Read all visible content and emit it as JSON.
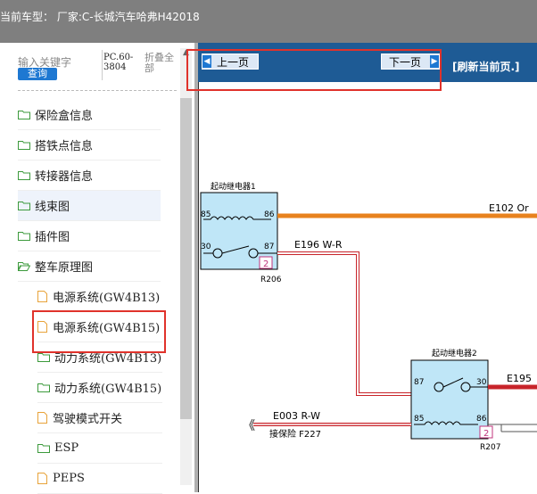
{
  "header": {
    "title": "当前车型： 厂家:C-长城汽车哈弗H42018"
  },
  "sidebar": {
    "search_placeholder": "输入关键字",
    "query_button": "查询",
    "version": "PC.60-3804",
    "collapse_label": "折叠全部",
    "items": [
      {
        "label": "保险盒信息",
        "icon": "folder-icon"
      },
      {
        "label": "搭铁点信息",
        "icon": "folder-icon"
      },
      {
        "label": "转接器信息",
        "icon": "folder-icon"
      },
      {
        "label": "线束图",
        "icon": "folder-icon"
      },
      {
        "label": "插件图",
        "icon": "folder-icon"
      },
      {
        "label": "整车原理图",
        "icon": "folder-open-icon"
      },
      {
        "label": "电源系统(GW4B13)",
        "icon": "document-icon"
      },
      {
        "label": "电源系统(GW4B15)",
        "icon": "document-icon"
      },
      {
        "label": "动力系统(GW4B13)",
        "icon": "folder-icon"
      },
      {
        "label": "动力系统(GW4B15)",
        "icon": "folder-icon"
      },
      {
        "label": "驾驶模式开关",
        "icon": "document-icon"
      },
      {
        "label": "ESP",
        "icon": "folder-icon"
      },
      {
        "label": "PEPS",
        "icon": "document-icon"
      }
    ]
  },
  "viewer": {
    "prev_page": "上一页",
    "next_page": "下一页",
    "refresh": "[刷新当前页.]"
  },
  "diagram": {
    "relay1_label": "起动继电器1",
    "relay2_label": "起动继电器2",
    "relay1_ref": "R206",
    "relay2_ref": "R207",
    "pin_85a": "85",
    "pin_86a": "86",
    "pin_30a": "30",
    "pin_87a": "87",
    "pin_87b": "87",
    "pin_30b": "30",
    "pin_85b": "85",
    "pin_86b": "86",
    "badge_a": "2",
    "badge_b": "2",
    "wire_e102": "E102 Or",
    "wire_e196": "E196 W-R",
    "wire_e195": "E195",
    "wire_e003": "E003 R-W",
    "fuse_label": "接保险 F227",
    "arrow": "《"
  },
  "colors": {
    "accent": "#1e5b95",
    "highlight": "#e0322b",
    "orange_wire": "#e8821e",
    "red_wire": "#c8242a"
  }
}
